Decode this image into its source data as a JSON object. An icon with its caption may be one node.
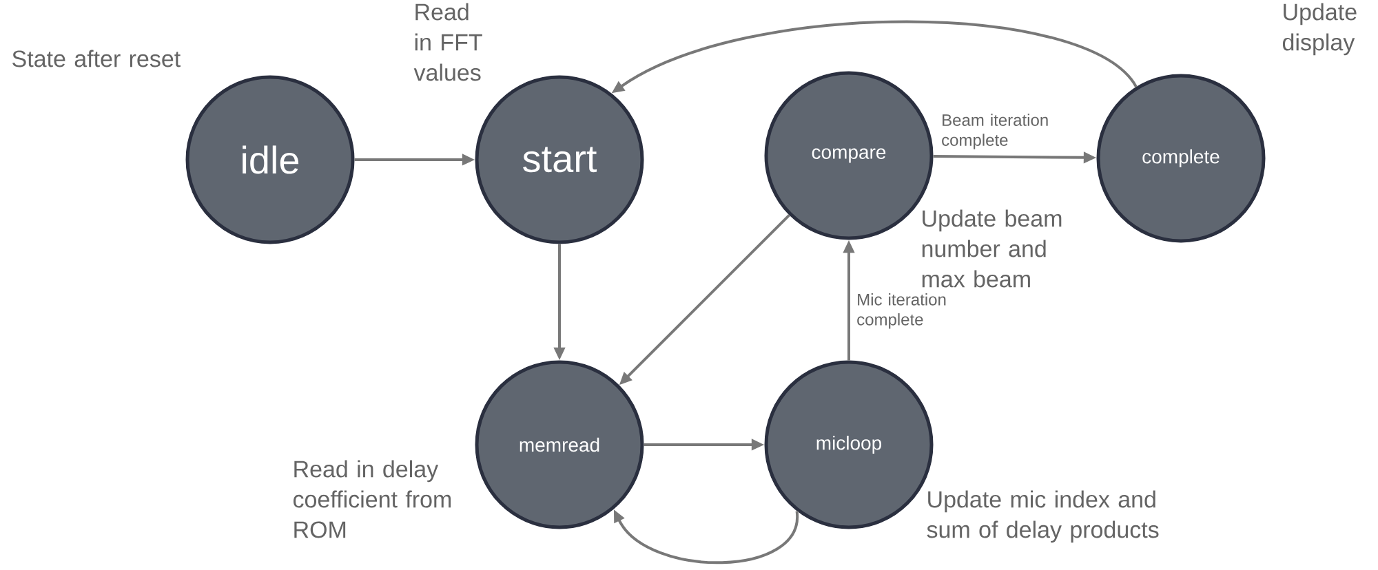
{
  "diagram": {
    "nodes": [
      {
        "text": [
          "idle"
        ],
        "beside": [
          "State after reset"
        ]
      },
      {
        "text": [
          "start"
        ],
        "beside": [
          "Read in FFT values"
        ]
      },
      {
        "text": [
          "compare"
        ],
        "beside": [
          "Update beam number and max beam"
        ]
      },
      {
        "text": [
          "complete"
        ],
        "beside": [
          "Update display"
        ]
      },
      {
        "text": [
          "memread"
        ],
        "beside": [
          "Read in delay coefficient from ROM"
        ]
      },
      {
        "text": [
          "micloop"
        ],
        "beside": [
          "Update mic index and sum of delay products"
        ]
      }
    ],
    "edges": [
      {
        "from": 0,
        "to": 1,
        "arrow": "to"
      },
      {
        "from": 3,
        "to": 1,
        "arrow": "to"
      },
      {
        "from": 1,
        "to": 4,
        "arrow": "to"
      },
      {
        "from": 2,
        "to": 4,
        "arrow": "to"
      },
      {
        "from": 2,
        "to": 3,
        "arrow": "to",
        "label": "Beam iteration complete"
      },
      {
        "from": 4,
        "to": 5,
        "arrow": "to"
      },
      {
        "from": 5,
        "to": 2,
        "arrow": "to",
        "label": "Mic iteration complete"
      },
      {
        "from": 5,
        "to": 4,
        "arrow": "to"
      }
    ]
  }
}
